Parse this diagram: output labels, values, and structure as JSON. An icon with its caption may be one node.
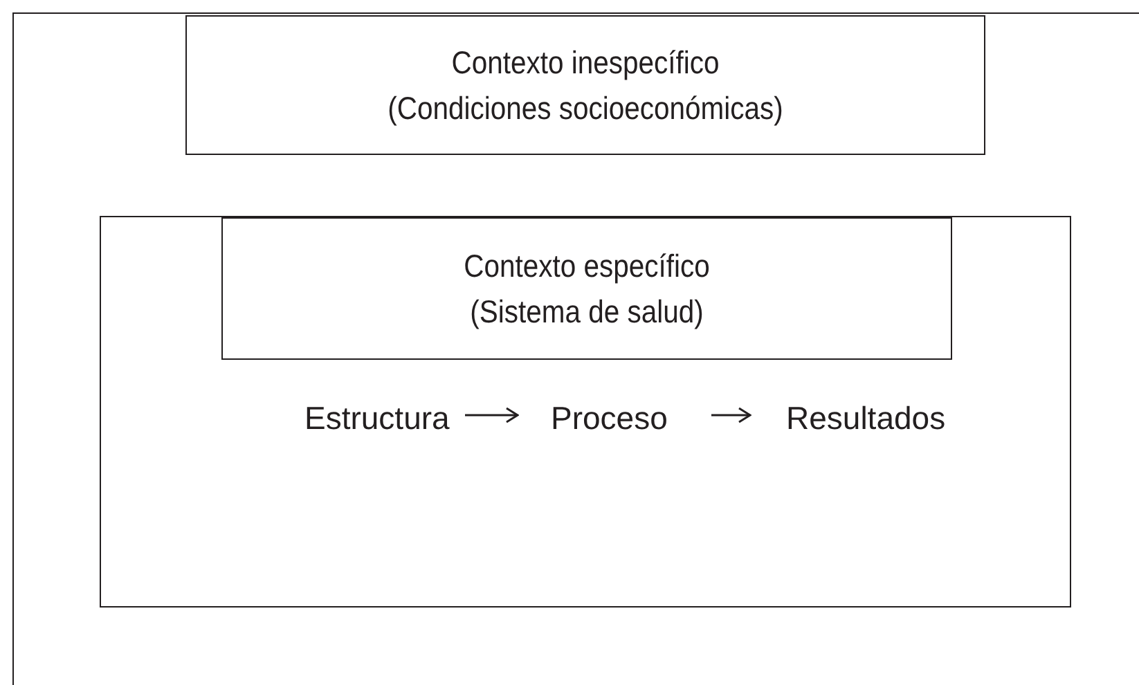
{
  "diagram": {
    "nodes": [
      {
        "text": [],
        "shape": "box"
      },
      {
        "text": [
          "Contexto inespecífico",
          "(Condiciones socioeconómicas)"
        ],
        "in": 0
      },
      {
        "text": [],
        "shape": "box",
        "in": 0
      },
      {
        "text": [
          "Contexto específico",
          "(Sistema de salud)"
        ],
        "in": 2
      },
      {
        "text": [
          "Estructura"
        ],
        "in": 2
      },
      {
        "text": [
          "Proceso"
        ],
        "in": 2
      },
      {
        "text": [
          "Resultados"
        ],
        "in": 2
      }
    ],
    "edges": [
      {
        "from": 4,
        "to": 5,
        "arrow": "to"
      },
      {
        "from": 5,
        "to": 6,
        "arrow": "to"
      }
    ]
  }
}
